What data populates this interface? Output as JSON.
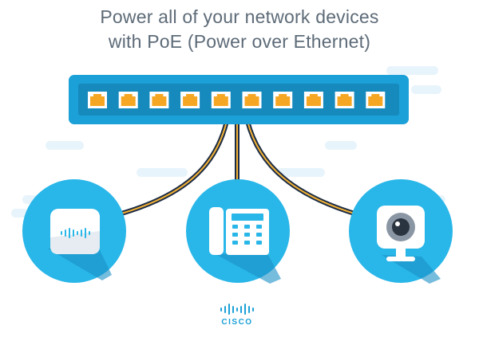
{
  "headline": {
    "line1": "Power all of your network devices",
    "line2": "with PoE (Power over Ethernet)"
  },
  "brand": {
    "name": "CISCO"
  },
  "colors": {
    "switch_blue": "#1ba0d7",
    "port_orange": "#f5a623",
    "circle_blue": "#29b6e8",
    "cable_navy": "#1c2c44",
    "cable_gold": "#f5b335",
    "text_gray": "#5d6b78"
  },
  "switch": {
    "port_count": 10
  },
  "devices": [
    {
      "name": "wireless-access-point",
      "icon": "access-point-icon"
    },
    {
      "name": "ip-phone",
      "icon": "phone-icon"
    },
    {
      "name": "ip-camera",
      "icon": "camera-icon"
    }
  ]
}
